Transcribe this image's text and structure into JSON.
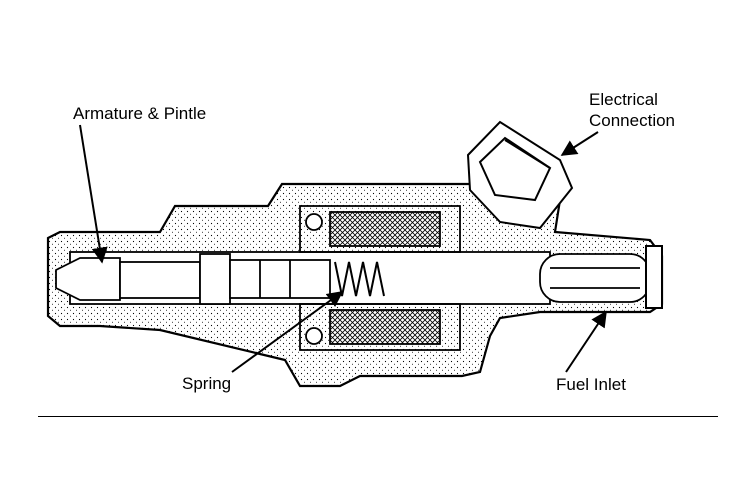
{
  "labels": {
    "armature_pintle": "Armature & Pintle",
    "electrical_line1": "Electrical",
    "electrical_line2": "Connection",
    "spring": "Spring",
    "fuel_inlet": "Fuel Inlet"
  },
  "colors": {
    "ink": "#000000",
    "paper": "#ffffff",
    "shade": "#e6e6e6"
  }
}
